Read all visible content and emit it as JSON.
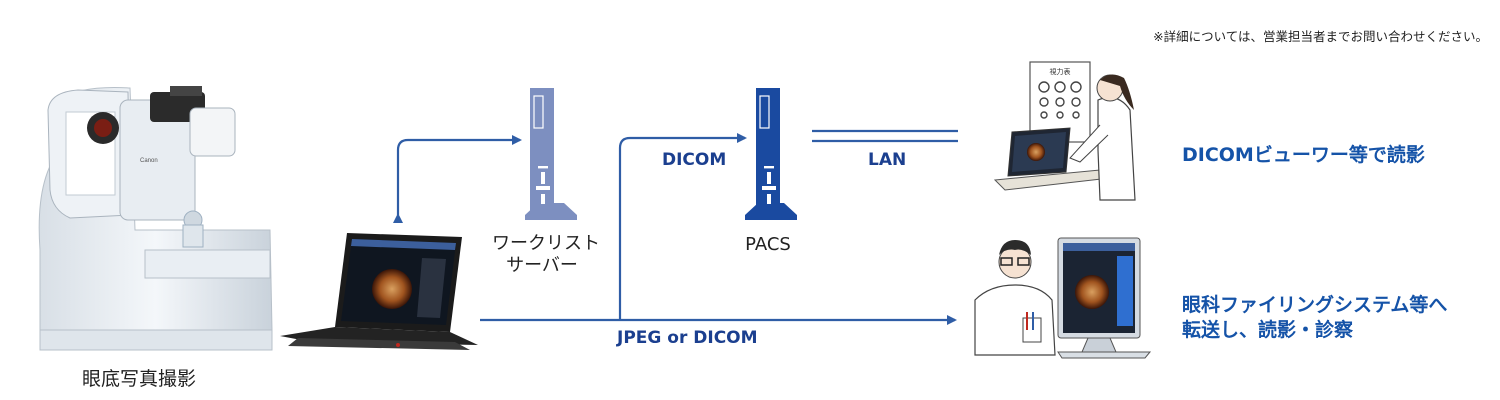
{
  "note": "※詳細については、営業担当者までお問い合わせください。",
  "devices": {
    "fundus_camera_label": "眼底写真撮影",
    "worklist_server_label": [
      "ワークリスト",
      "サーバー"
    ],
    "pacs_label": "PACS"
  },
  "flows": {
    "dicom": "DICOM",
    "lan": "LAN",
    "jpeg_dicom": "JPEG or DICOM"
  },
  "destinations": {
    "viewer": "DICOMビューワー等で読影",
    "filing": [
      "眼科ファイリングシステム等へ",
      "転送し、読影・診察"
    ]
  },
  "brand": "Canon",
  "eye_chart_title": "視力表",
  "colors": {
    "flow_line": "#2f5da6",
    "worklist_server": "#7d8fc0",
    "pacs_server": "#1a4aa0",
    "dest_text": "#1553a8"
  }
}
